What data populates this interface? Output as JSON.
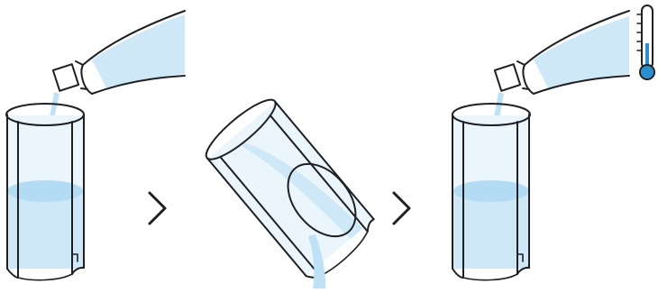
{
  "diagram": {
    "steps": [
      {
        "id": "step-1",
        "description_icon": "bottle-pouring-water-into-glass-icon"
      },
      {
        "id": "step-2",
        "description_icon": "tilted-glass-draining-water-icon"
      },
      {
        "id": "step-3",
        "description_icon": "bottle-pouring-temperature-controlled-water-icon"
      }
    ],
    "separators": [
      "chevron-right-icon",
      "chevron-right-icon"
    ],
    "indicators": [
      "thermometer-icon"
    ],
    "colors": {
      "outline": "#1f2024",
      "water": "#cfe8f7",
      "water_deep": "#b3dbf3",
      "glass": "#eaf5fc",
      "thermometer_accent": "#2a8fd0"
    }
  }
}
